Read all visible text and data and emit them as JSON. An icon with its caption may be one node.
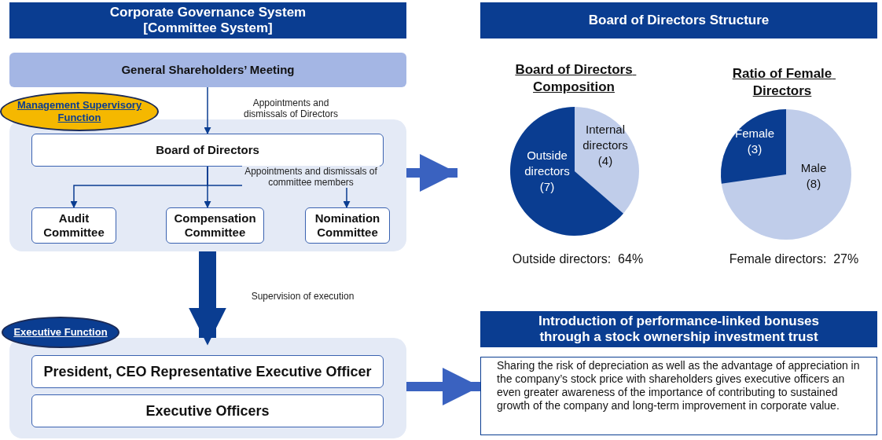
{
  "diagram": {
    "nodes": [
      {
        "text": [
          "Corporate Governance System [Committee System]"
        ]
      },
      {
        "text": [
          "General Shareholders’ Meeting"
        ]
      },
      {
        "text": [],
        "shape": "box"
      },
      {
        "text": [
          "Management Supervisory Function"
        ]
      },
      {
        "text": [
          "Board of Directors"
        ],
        "in": 2
      },
      {
        "text": [
          "Audit Committee"
        ],
        "in": 2
      },
      {
        "text": [
          "Compensation Committee"
        ],
        "in": 2
      },
      {
        "text": [
          "Nomination Committee"
        ],
        "in": 2
      },
      {
        "text": [
          "Executive Function"
        ]
      },
      {
        "text": [],
        "shape": "box"
      },
      {
        "text": [
          "President, CEO Representative Executive Officer"
        ],
        "in": 9
      },
      {
        "text": [
          "Executive Officers"
        ],
        "in": 9
      },
      {
        "text": [
          "Board of Directors Structure"
        ]
      },
      {
        "text": [
          "Introduction of performance-linked bonuses through a stock ownership investment trust"
        ]
      },
      {
        "text": [
          "Sharing the risk of depreciation as well as the advantage of appreciation in the company’s stock price with shareholders gives executive officers an even greater awareness of the importance of contributing to sustained growth of the company and long-term improvement in corporate value."
        ]
      }
    ],
    "edges": [
      {
        "from": 1,
        "to": 4,
        "arrow": "to",
        "label": "Appointments and dismissals of Directors"
      },
      {
        "from": 4,
        "to": 5,
        "arrow": "to"
      },
      {
        "from": 4,
        "to": 6,
        "arrow": "to"
      },
      {
        "from": 4,
        "to": 7,
        "arrow": "to",
        "label": "Appointments and dismissals of committee members"
      },
      {
        "from": 2,
        "to": 9,
        "arrow": "to",
        "style": "thick",
        "label": "Supervision of execution"
      },
      {
        "from": 2,
        "to": null,
        "arrow": "to",
        "style": "thick"
      },
      {
        "from": 9,
        "to": 14,
        "arrow": "to",
        "style": "thick"
      }
    ],
    "labels": [
      "Board of Directors Composition",
      "Ratio of Female Directors",
      "Internal directors (4)",
      "Female (3)",
      "Outside directors (7)",
      "Male (8)",
      "Outside directors:  64%",
      "Female directors:  27%"
    ]
  }
}
